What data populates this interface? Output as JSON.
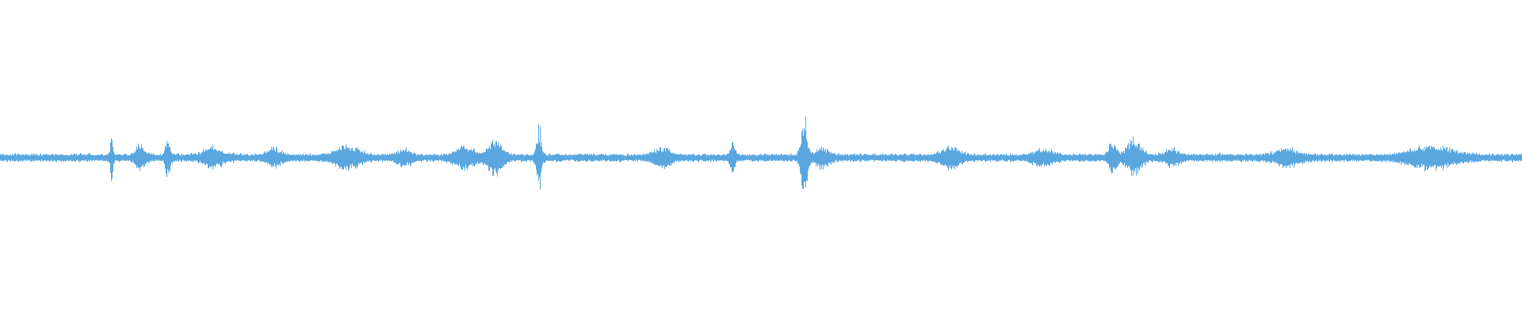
{
  "waveform": {
    "color": "#5aa7e0",
    "background": "#ffffff",
    "samples_per_column": 1,
    "baseline_amplitude": 0.018,
    "noise_amplitude": 0.012,
    "bursts": [
      {
        "position": 0.073,
        "amplitude": 0.14,
        "spread": 0.0012
      },
      {
        "position": 0.092,
        "amplitude": 0.08,
        "spread": 0.004
      },
      {
        "position": 0.11,
        "amplitude": 0.13,
        "spread": 0.002
      },
      {
        "position": 0.14,
        "amplitude": 0.06,
        "spread": 0.008
      },
      {
        "position": 0.18,
        "amplitude": 0.05,
        "spread": 0.006
      },
      {
        "position": 0.228,
        "amplitude": 0.07,
        "spread": 0.01
      },
      {
        "position": 0.265,
        "amplitude": 0.05,
        "spread": 0.006
      },
      {
        "position": 0.305,
        "amplitude": 0.07,
        "spread": 0.008
      },
      {
        "position": 0.325,
        "amplitude": 0.11,
        "spread": 0.006
      },
      {
        "position": 0.354,
        "amplitude": 0.22,
        "spread": 0.002
      },
      {
        "position": 0.435,
        "amplitude": 0.06,
        "spread": 0.007
      },
      {
        "position": 0.481,
        "amplitude": 0.1,
        "spread": 0.002
      },
      {
        "position": 0.528,
        "amplitude": 0.3,
        "spread": 0.0025
      },
      {
        "position": 0.54,
        "amplitude": 0.06,
        "spread": 0.006
      },
      {
        "position": 0.625,
        "amplitude": 0.06,
        "spread": 0.008
      },
      {
        "position": 0.685,
        "amplitude": 0.05,
        "spread": 0.008
      },
      {
        "position": 0.731,
        "amplitude": 0.12,
        "spread": 0.003
      },
      {
        "position": 0.745,
        "amplitude": 0.11,
        "spread": 0.006
      },
      {
        "position": 0.77,
        "amplitude": 0.05,
        "spread": 0.006
      },
      {
        "position": 0.845,
        "amplitude": 0.05,
        "spread": 0.01
      },
      {
        "position": 0.94,
        "amplitude": 0.07,
        "spread": 0.018
      }
    ]
  }
}
